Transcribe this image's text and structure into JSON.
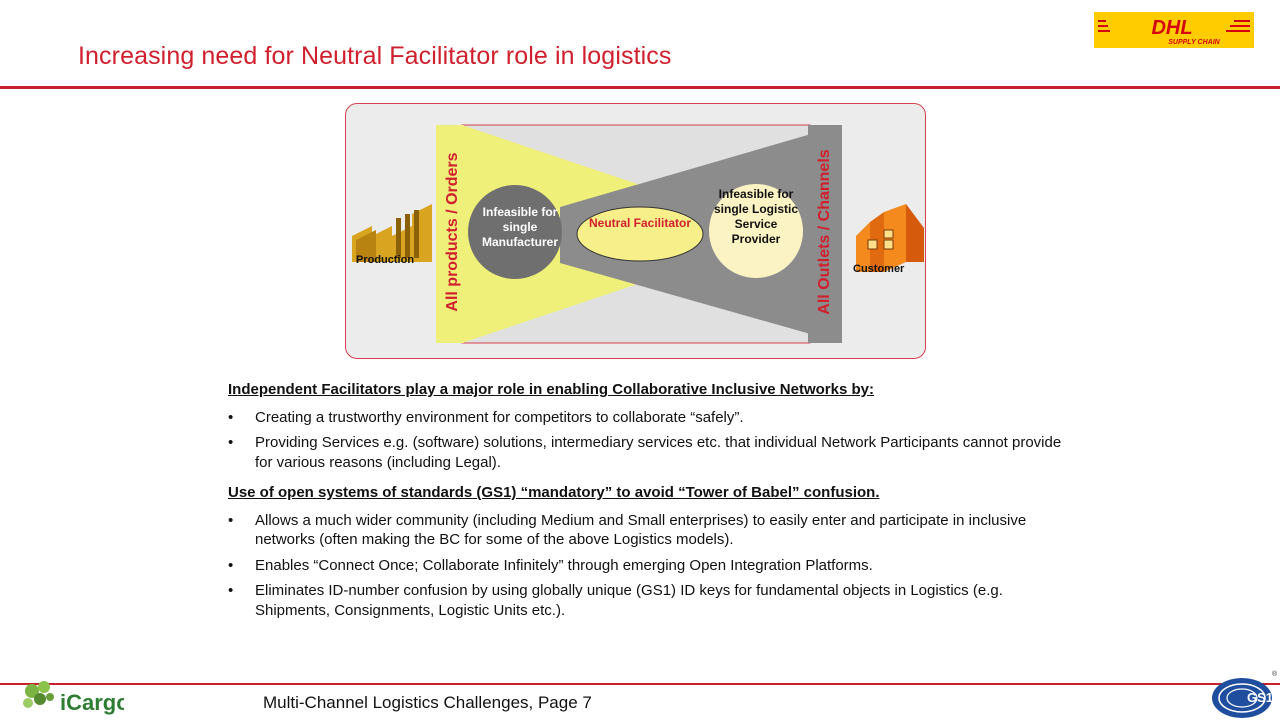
{
  "slide": {
    "title": "Increasing need for Neutral Facilitator role in logistics"
  },
  "logos": {
    "dhl_wordmark": "DHL",
    "dhl_tagline": "SUPPLY CHAIN",
    "icargo": "iCargo",
    "gs1": "GS1"
  },
  "diagram": {
    "left_vertical_label": "All products / Orders",
    "right_vertical_label": "All Outlets / Channels",
    "left_circle_label": "Infeasible for single Manufacturer",
    "center_ellipse_label": "Neutral Facilitator",
    "right_circle_label": "Infeasible for single Logistic Service Provider",
    "production_label": "Production",
    "customer_label": "Customer",
    "colors": {
      "frame_border": "#d64050",
      "frame_fill": "#ececec",
      "yellow_funnel": "#eff07a",
      "gray_funnel": "#8c8c8c",
      "left_circle": "#6f6f6f",
      "right_circle": "#fbf3c3",
      "neutral_ellipse": "#f7f08a",
      "accent_red": "#d0202e"
    }
  },
  "content": {
    "section1_heading": "Independent Facilitators play a major role in enabling Collaborative Inclusive Networks by:",
    "section1_bullets": [
      "Creating a trustworthy environment for competitors to collaborate “safely”.",
      "Providing Services e.g. (software) solutions, intermediary services etc. that individual Network Participants cannot  provide for various reasons (including Legal)."
    ],
    "section2_heading": "Use of open systems of standards (GS1) “mandatory” to avoid “Tower of Babel” confusion.",
    "section2_bullets": [
      "Allows a much wider community (including Medium and Small enterprises) to easily enter and participate in inclusive networks  (often making the BC for  some of the above Logistics models).",
      "Enables “Connect Once; Collaborate Infinitely” through emerging Open Integration Platforms.",
      "Eliminates ID-number confusion by using globally unique  (GS1) ID keys for fundamental objects in Logistics (e.g. Shipments, Consignments, Logistic Units etc.)."
    ]
  },
  "footer": {
    "text": "Multi-Channel Logistics Challenges, Page 7"
  }
}
